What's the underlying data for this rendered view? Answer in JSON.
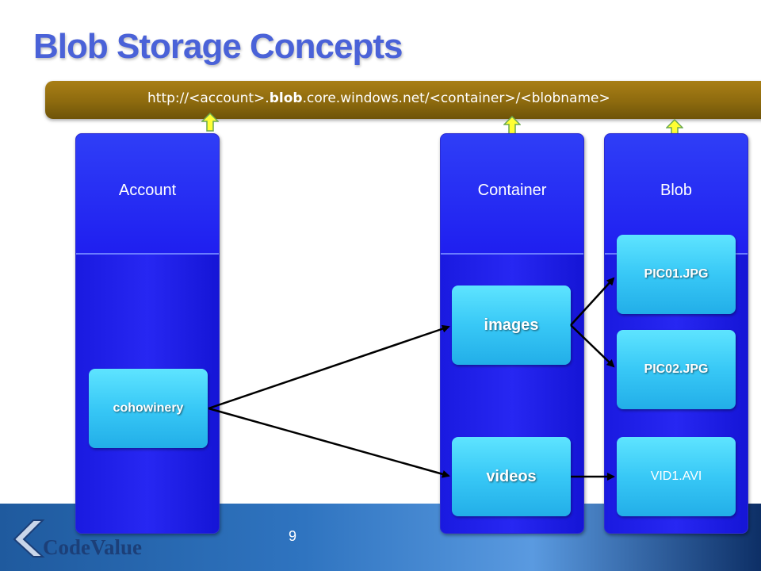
{
  "title": "Blob Storage Concepts",
  "url": {
    "prefix": "http://<account>.",
    "blob": "blob",
    "middle": ".core.windows.net/<container>/<blobname>"
  },
  "columns": {
    "account": "Account",
    "container": "Container",
    "blob": "Blob"
  },
  "nodes": {
    "account": "cohowinery",
    "images": "images",
    "videos": "videos",
    "pic01": "PIC01.JPG",
    "pic02": "PIC02.JPG",
    "vid1": "VID1.AVI"
  },
  "page_number": "9",
  "logo": "CodeValue",
  "colors": {
    "title": "#4a62d8",
    "url_bar": "#8d6a0e",
    "column": "#1f1ff0",
    "node": "#38c8f6",
    "up_arrow": "#ffff33"
  }
}
